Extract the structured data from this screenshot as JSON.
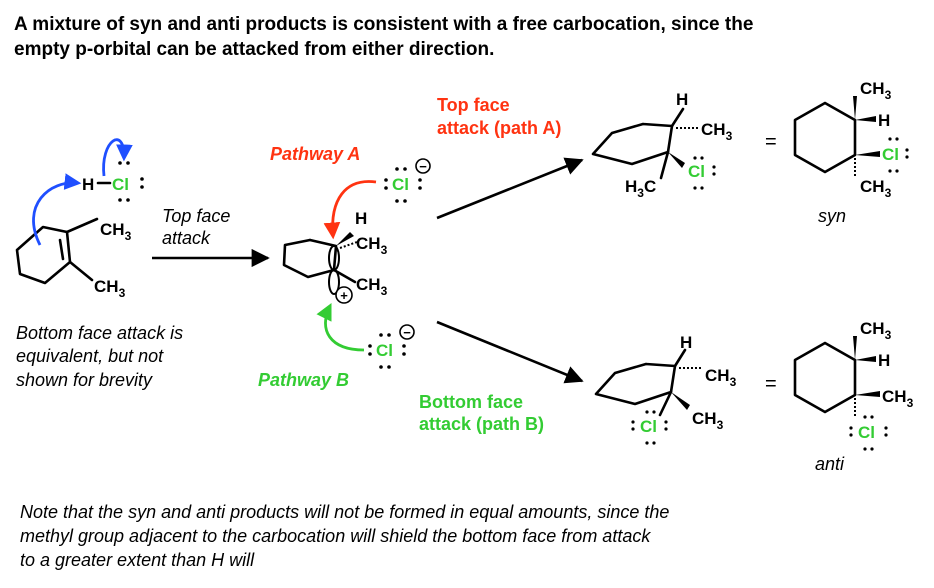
{
  "header": {
    "line1": "A mixture of syn and anti products is consistent with a free carbocation, since the",
    "line2": "empty p-orbital can be attacked from either direction."
  },
  "colors": {
    "text": "#000000",
    "chlorine": "#33cc33",
    "pathway_a": "#ff3311",
    "pathway_b": "#33cc33",
    "curved_arrow": "#1f4fff"
  },
  "labels": {
    "top_face_attack": [
      "Top face",
      "attack"
    ],
    "pathway_a": "Pathway A",
    "pathway_b": "Pathway B",
    "top_face_path_a": [
      "Top face",
      "attack (path A)"
    ],
    "bottom_face_path_b": [
      "Bottom face",
      "attack (path B)"
    ],
    "bottom_face_note": [
      "Bottom face attack is",
      "equivalent, but not",
      "shown for brevity"
    ],
    "syn": "syn",
    "anti": "anti",
    "equals": "="
  },
  "atoms": {
    "H": "H",
    "Cl": "Cl",
    "CH": "CH",
    "HC": "H",
    "C": "C",
    "sub3": "3",
    "plus": "+",
    "minus": "−",
    "pair": "··",
    "pair_v": ":"
  },
  "footer": {
    "line1": "Note that the syn and anti products will not be formed in equal amounts, since the",
    "line2": "methyl group adjacent to the carbocation will shield the bottom face from attack",
    "line3": "to a greater extent than H will"
  }
}
